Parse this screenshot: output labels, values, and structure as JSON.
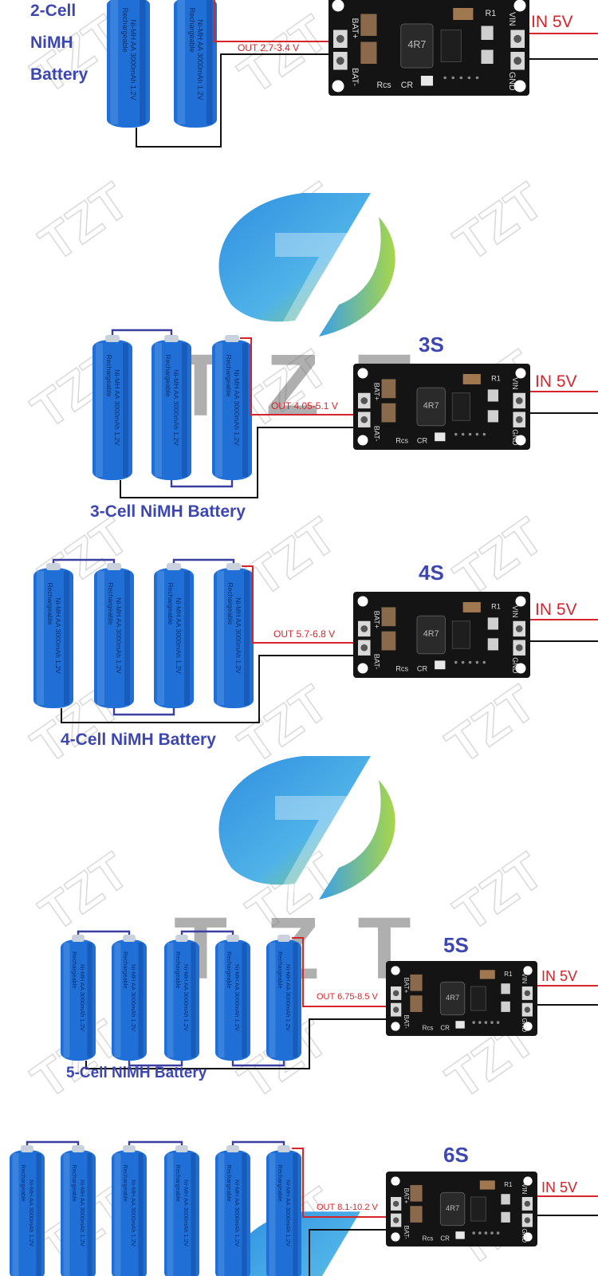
{
  "brand": {
    "logo_name": "tzt-logo",
    "wordmark": "TZT",
    "watermark": "TZT"
  },
  "colors": {
    "battery": "#1f6fd6",
    "battery_dark": "#1450a8",
    "accent_label": "#3d47b0",
    "wire_red": "#d6242a",
    "wire_black": "#111111",
    "wire_blue": "#3a3fa0",
    "pcb": "#141414",
    "logo_blue": "#3aa0e6",
    "logo_green": "#9cd04a"
  },
  "battery_print": {
    "line1": "Ni-MH AA 3000mAh 1.2V",
    "line2": "Rechargeable"
  },
  "module_silkscreen": {
    "bat_plus": "BAT+",
    "bat_minus": "BAT-",
    "vin": "VIN",
    "gnd": "GND",
    "r1": "R1",
    "rcs": "Rcs",
    "cr": "CR",
    "inductor": "4R7"
  },
  "sections": [
    {
      "id": "2s",
      "config": "",
      "cells": 2,
      "label": "2-Cell NiMH Battery",
      "label_lines": [
        "2-Cell",
        "NiMH",
        "Battery"
      ],
      "out": "OUT  2.7-3.4 V",
      "in": "IN 5V"
    },
    {
      "id": "3s",
      "config": "3S",
      "cells": 3,
      "label": "3-Cell NiMH Battery",
      "out": "OUT 4.05-5.1 V",
      "in": "IN 5V"
    },
    {
      "id": "4s",
      "config": "4S",
      "cells": 4,
      "label": "4-Cell NiMH Battery",
      "out": "OUT  5.7-6.8 V",
      "in": "IN 5V"
    },
    {
      "id": "5s",
      "config": "5S",
      "cells": 5,
      "label": "5-Cell NiMH Battery",
      "out": "OUT 6.75-8.5 V",
      "in": "IN 5V"
    },
    {
      "id": "6s",
      "config": "6S",
      "cells": 6,
      "label": "",
      "out": "OUT 8.1-10.2 V",
      "in": "IN 5V"
    }
  ]
}
